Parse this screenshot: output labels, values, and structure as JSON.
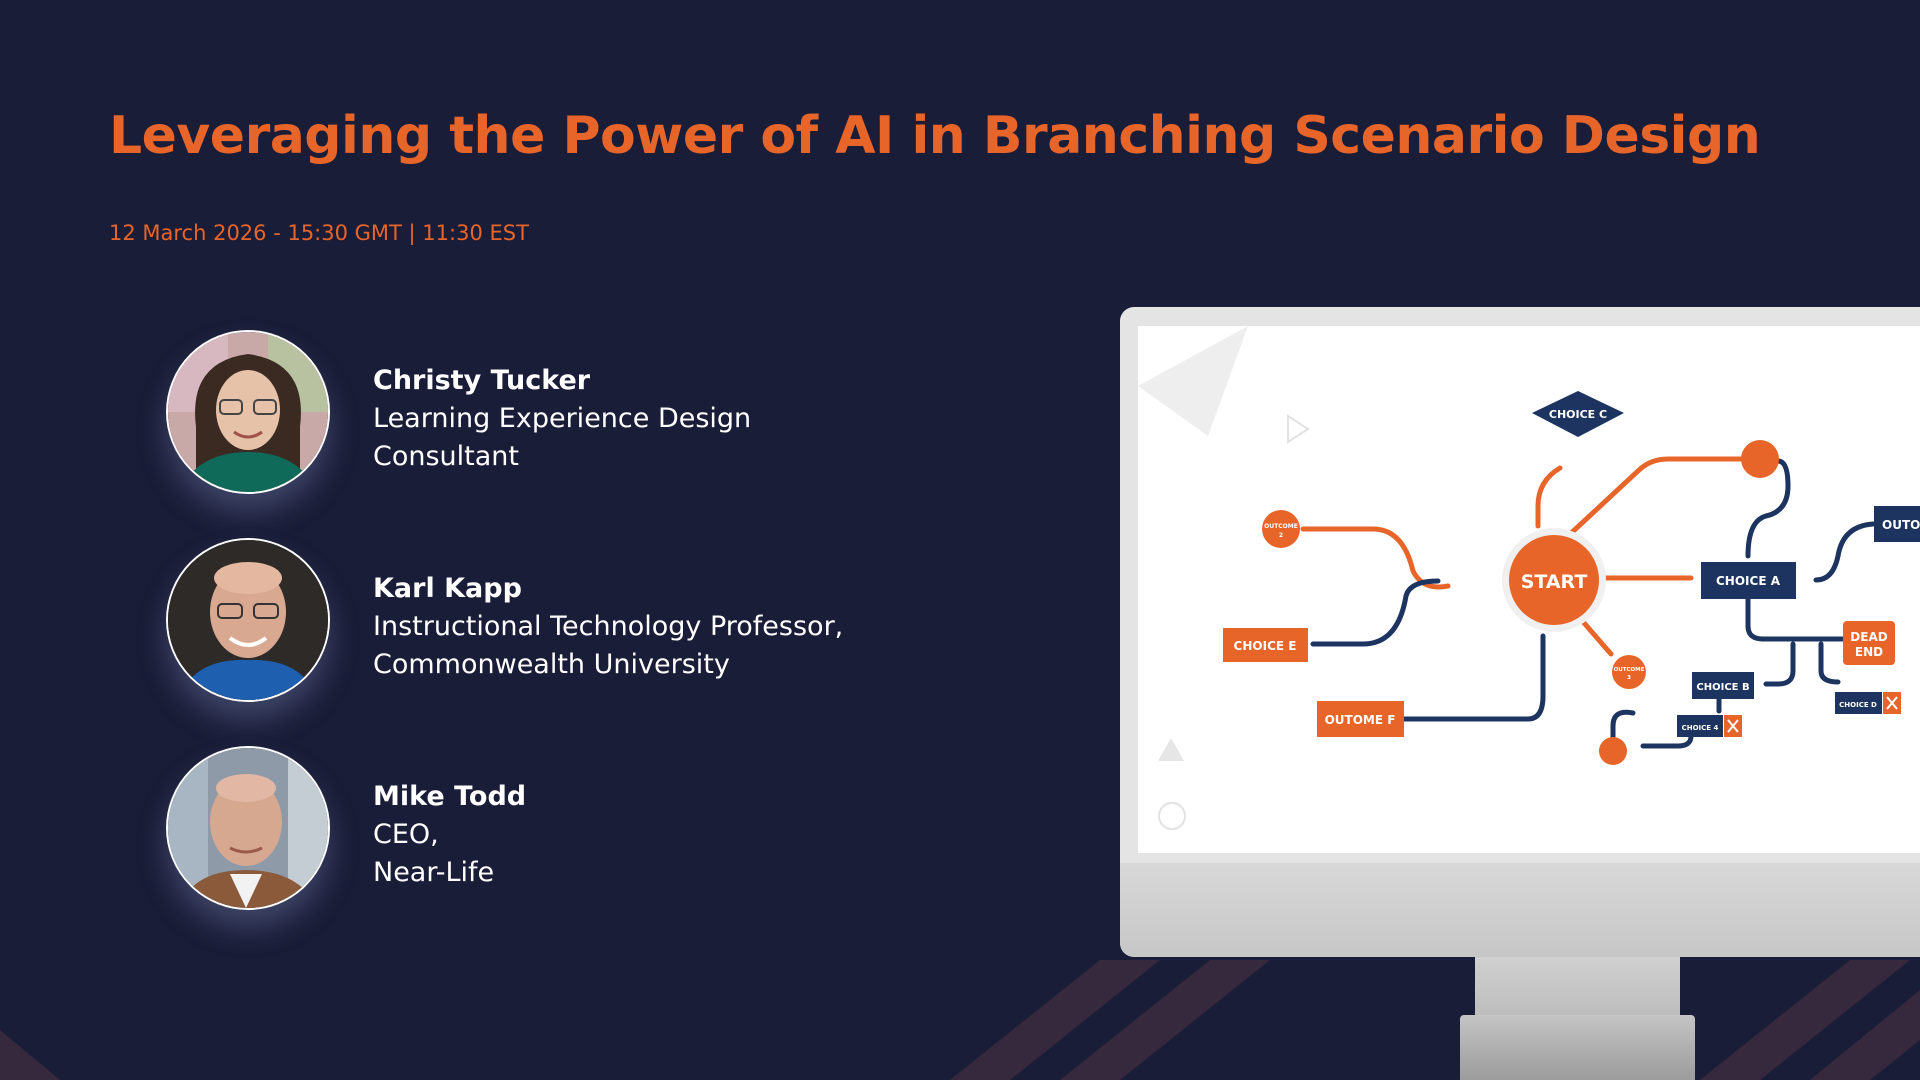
{
  "event": {
    "title": "Leveraging the Power of AI in Branching Scenario Design",
    "date": "12 March 2026 - 15:30 GMT | 11:30 EST"
  },
  "speakers": [
    {
      "name": "Christy Tucker",
      "role_line1": "Learning Experience Design",
      "role_line2": "Consultant"
    },
    {
      "name": "Karl Kapp",
      "role_line1": "Instructional Technology Professor,",
      "role_line2": "Commonwealth University"
    },
    {
      "name": "Mike Todd",
      "role_line1": "CEO,",
      "role_line2": "Near-Life"
    }
  ],
  "diagram": {
    "start": "START",
    "choice_a": "CHOICE A",
    "choice_b": "CHOICE B",
    "choice_c": "CHOICE C",
    "choice_d": "CHOICE D",
    "choice_e": "CHOICE E",
    "choice_4": "CHOICE 4",
    "outcome_f": "OUTOME F",
    "outcome_2_line1": "OUTCOME",
    "outcome_2_line2": "2",
    "outcome_3_line1": "OUTCOME",
    "outcome_3_line2": "3",
    "outcome_cut": "OUTOM",
    "dead_end_line1": "DEAD",
    "dead_end_line2": "END"
  },
  "colors": {
    "background": "#1a1d38",
    "accent_orange": "#e8652a",
    "diagram_navy": "#1d3461",
    "text_white": "#ffffff"
  }
}
